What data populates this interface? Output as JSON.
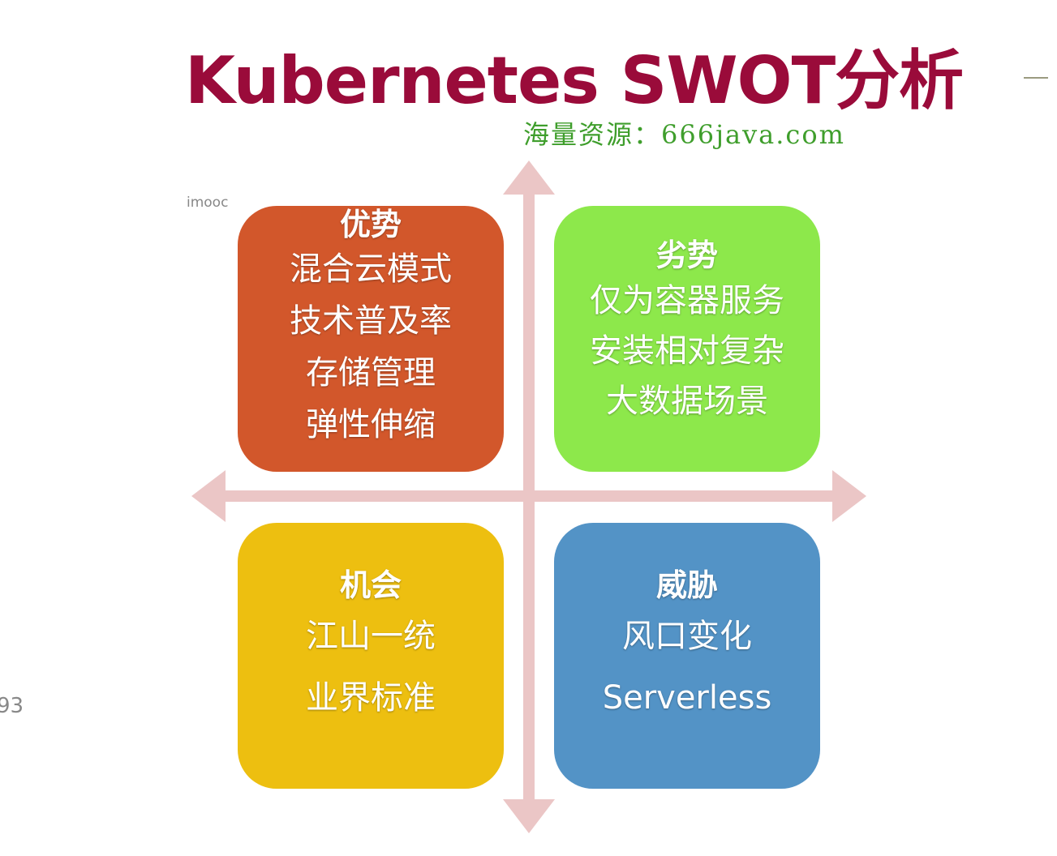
{
  "title": "Kubernetes SWOT分析",
  "subtitle": "海量资源：666java.com",
  "watermark": "imooc",
  "side_number": "93",
  "colors": {
    "title": "#9a0b3a",
    "strengths": "#d2572b",
    "weaknesses": "#8de84b",
    "opportunities": "#edbf10",
    "threats": "#5393c6",
    "arrows": "#ebc6c6"
  },
  "quadrants": {
    "strengths": {
      "heading": "优势",
      "items": [
        "混合云模式",
        "技术普及率",
        "存储管理",
        "弹性伸缩"
      ]
    },
    "weaknesses": {
      "heading": "劣势",
      "items": [
        "仅为容器服务",
        "安装相对复杂",
        "大数据场景"
      ]
    },
    "opportunities": {
      "heading": "机会",
      "items": [
        "江山一统",
        "业界标准"
      ]
    },
    "threats": {
      "heading": "威胁",
      "items": [
        "风口变化",
        "Serverless"
      ]
    }
  }
}
